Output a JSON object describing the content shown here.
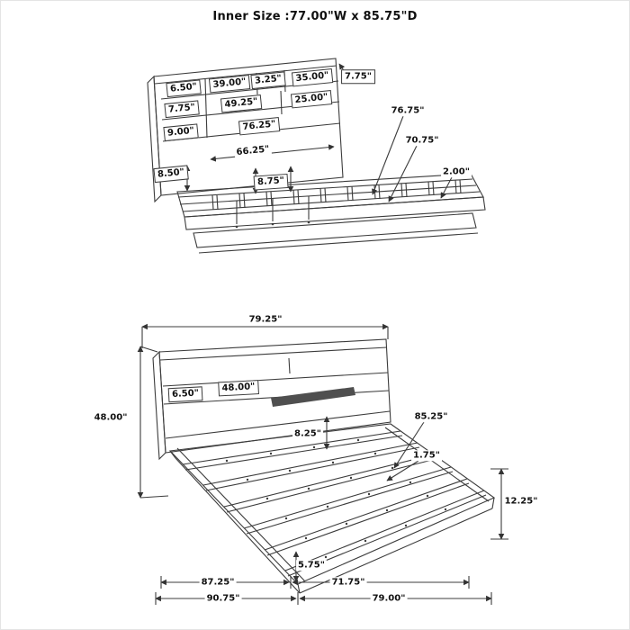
{
  "title": "Inner Size :77.00\"W x 85.75\"D",
  "diagram_top": {
    "labels": {
      "shelf_650": "6.50\"",
      "shelf_3900": "39.00\"",
      "shelf_325": "3.25\"",
      "shelf_3500": "35.00\"",
      "hb_depth_775": "7.75\"",
      "shelf_775": "7.75\"",
      "shelf_4925": "49.25\"",
      "shelf_2500": "25.00\"",
      "shelf_900": "9.00\"",
      "shelf_7625": "76.25\"",
      "width_6625": "66.25\"",
      "rail_850": "8.50\"",
      "deck_875": "8.75\"",
      "depth_7675": "76.75\"",
      "depth_7075": "70.75\"",
      "rail_200": "2.00\""
    }
  },
  "diagram_bottom": {
    "labels": {
      "width_7925": "79.25\"",
      "height_4800": "48.00\"",
      "shelf_650": "6.50\"",
      "shelf_4800": "48.00\"",
      "rail_825": "8.25\"",
      "depth_8525": "85.25\"",
      "slat_175": "1.75\"",
      "base_1225": "12.25\"",
      "lip_575": "5.75\"",
      "width_8725": "87.25\"",
      "depth_7175": "71.75\"",
      "width_9075": "90.75\"",
      "depth_7900": "79.00\""
    }
  }
}
